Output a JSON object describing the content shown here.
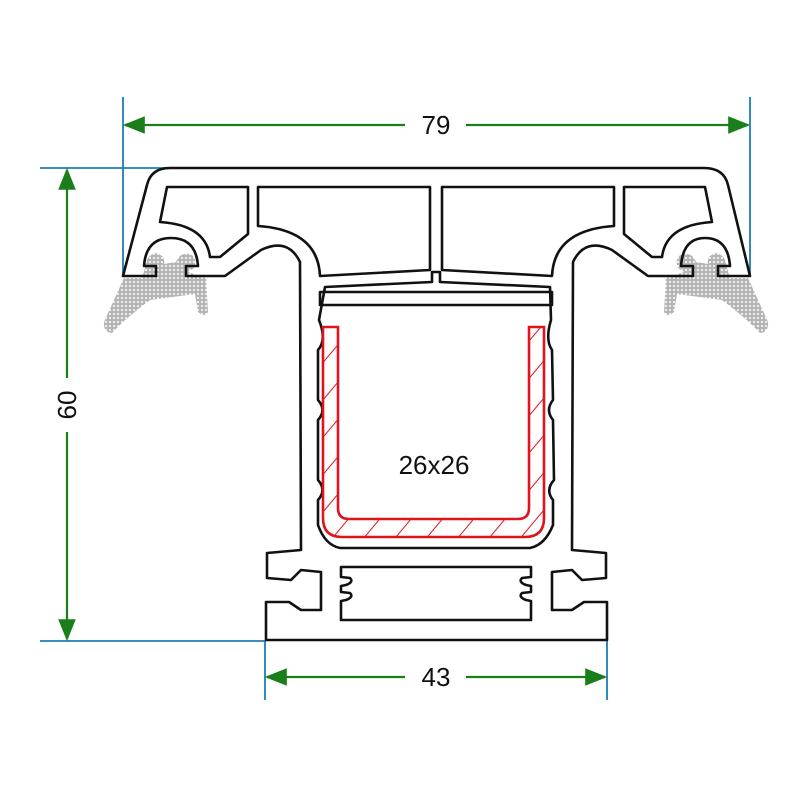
{
  "dimensions": {
    "width_top": "79",
    "height": "60",
    "width_bottom": "43",
    "tube_label": "26x26"
  },
  "colors": {
    "profile_stroke": "#111111",
    "dimension_line": "#1a7f1a",
    "extension_line": "#1a7fb5",
    "tube": "#e0141e",
    "gasket": "#b5b5b5"
  }
}
